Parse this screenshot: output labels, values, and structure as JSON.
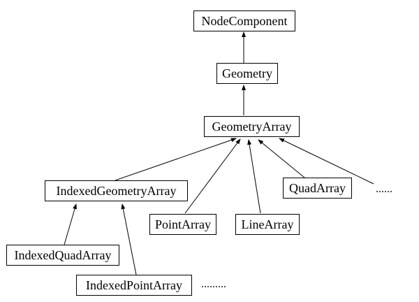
{
  "diagram": {
    "nodes": {
      "node_component": "NodeComponent",
      "geometry": "Geometry",
      "geometry_array": "GeometryArray",
      "indexed_geometry_array": "IndexedGeometryArray",
      "quad_array": "QuadArray",
      "point_array": "PointArray",
      "line_array": "LineArray",
      "indexed_quad_array": "IndexedQuadArray",
      "indexed_point_array": "IndexedPointArray"
    },
    "ellipsis_right": "......",
    "ellipsis_bottom": "........."
  }
}
